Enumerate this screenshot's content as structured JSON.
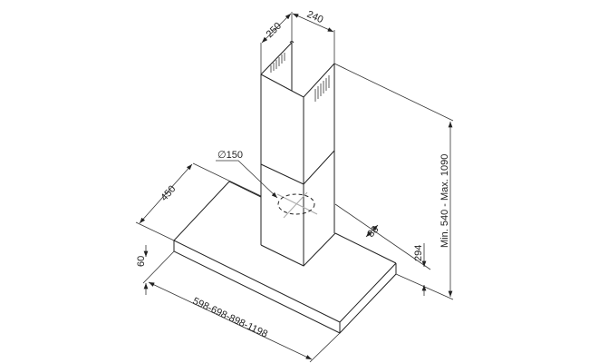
{
  "title": "Chimney range hood dimension drawing",
  "dimensions": {
    "chimney_depth": "250",
    "chimney_width": "240",
    "duct_diameter": "∅150",
    "canopy_depth": "450",
    "duct_offset": "88",
    "canopy_height": "294",
    "canopy_thickness": "60",
    "total_height_range": "Min. 540 - Max. 1090",
    "widths": "598-698-898-1198"
  },
  "colors": {
    "line": "#222222",
    "background": "#ffffff"
  }
}
